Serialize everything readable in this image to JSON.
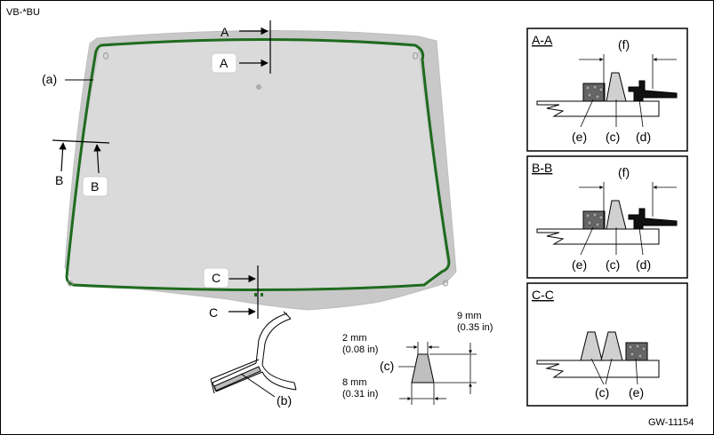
{
  "header": {
    "code": "VB-*BU"
  },
  "footer": {
    "figure_id": "GW-11154"
  },
  "callouts": {
    "a": "(a)",
    "b": "(b)",
    "c": "(c)",
    "d": "(d)",
    "e": "(e)",
    "f": "(f)"
  },
  "section_markers": {
    "A": "A",
    "B": "B",
    "C": "C"
  },
  "section_titles": {
    "aa": "A-A",
    "bb": "B-B",
    "cc": "C-C"
  },
  "dimensions": {
    "width_mm": "2 mm",
    "width_in": "(0.08 in)",
    "height_mm": "9 mm",
    "height_in": "(0.35 in)",
    "base_mm": "8 mm",
    "base_in": "(0.31 in)"
  },
  "colors": {
    "adhesive_line": "#1f6b1f",
    "glass": "#d9d9d9",
    "glass_edge": "#c3c3c3"
  }
}
